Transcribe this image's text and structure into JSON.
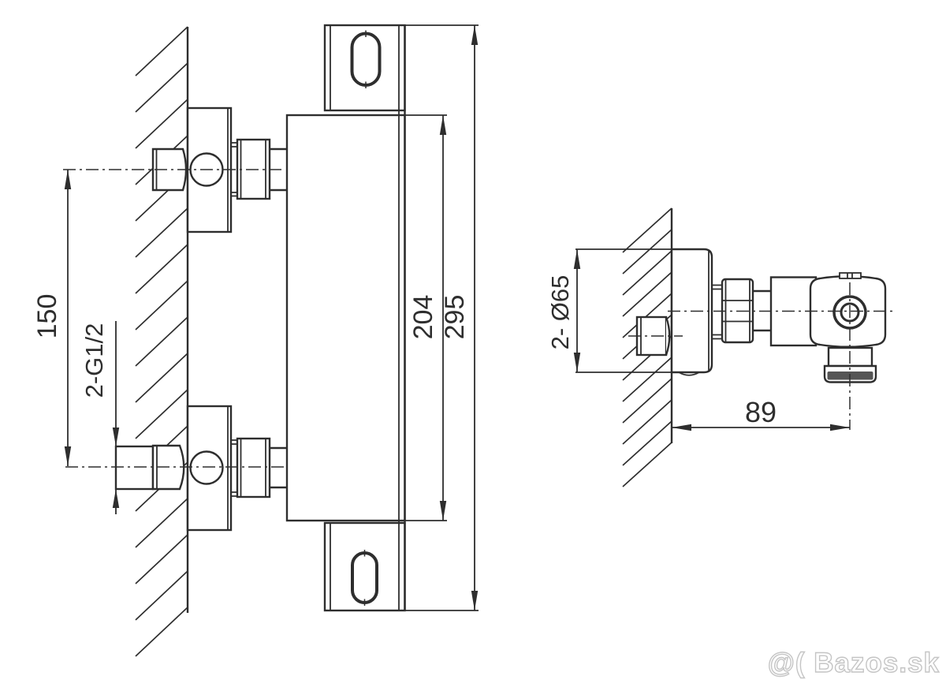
{
  "front_view": {
    "dims": {
      "port_distance": "150",
      "thread": "2-G1/2",
      "body_height": "204",
      "overall_height": "295"
    }
  },
  "side_view": {
    "dims": {
      "escutcheon_diameter": "2- Ø65",
      "wall_to_outlet": "89"
    }
  },
  "watermark": {
    "text": "@( Bazos.sk"
  },
  "colors": {
    "line": "#2e2e2e",
    "background": "#ffffff",
    "watermark": "#c5c5c5",
    "collar_shade": "#555555"
  }
}
